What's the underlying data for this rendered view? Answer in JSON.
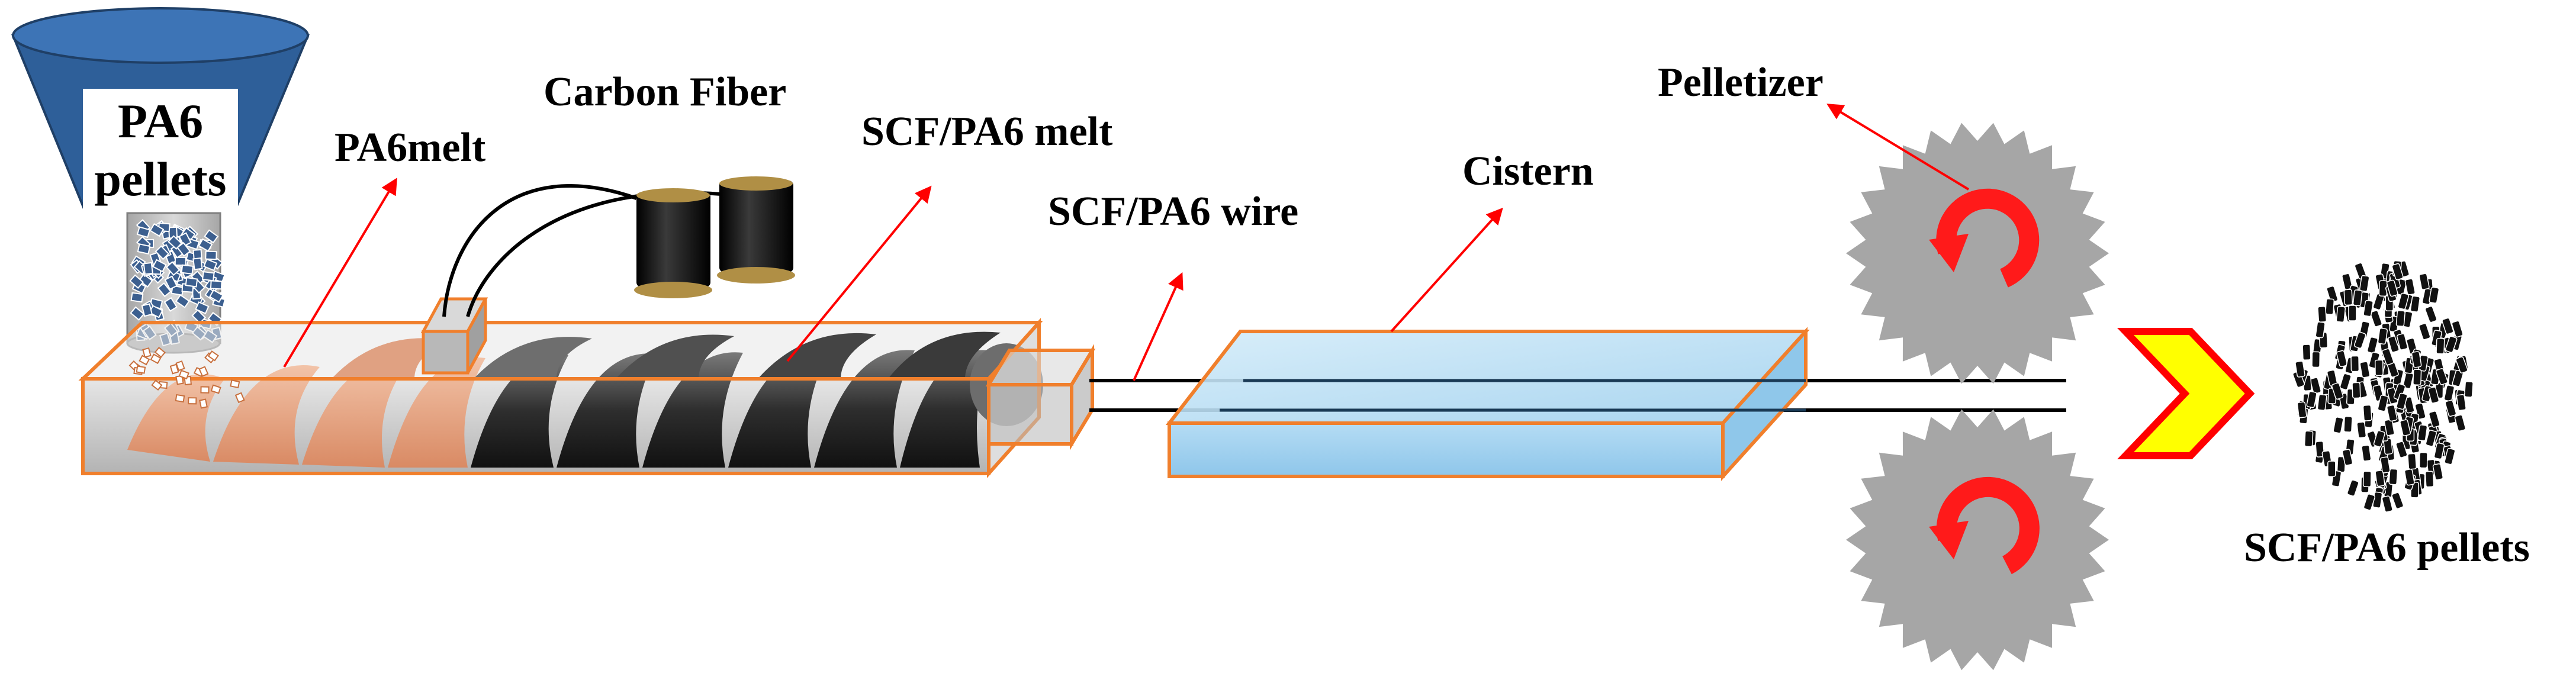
{
  "labels": {
    "hopper_line1": "PA6",
    "hopper_line2": "pellets",
    "pa6_melt": "PA6melt",
    "carbon_fiber": "Carbon Fiber",
    "scf_pa6_melt": "SCF/PA6 melt",
    "scf_pa6_wire": "SCF/PA6 wire",
    "cistern": "Cistern",
    "pelletizer": "Pelletizer",
    "scf_pa6_pellets": "SCF/PA6 pellets"
  },
  "colors": {
    "outline_orange": "#f07f2c",
    "annotation_red": "#ff0000",
    "hopper_blue": "#2e5f99",
    "pellet_blue": "#3c5f8f",
    "melt_salmon": "#e8a584",
    "screw_dark": "#2a2a2a",
    "cistern_blue": "#bfe0f2",
    "cutter_gray": "#a6a6a6",
    "rotation_arrow": "#ff1a1a",
    "chevron_yellow": "#ffff00",
    "fiber_spool": "#111111",
    "spool_brass": "#b08f45"
  }
}
